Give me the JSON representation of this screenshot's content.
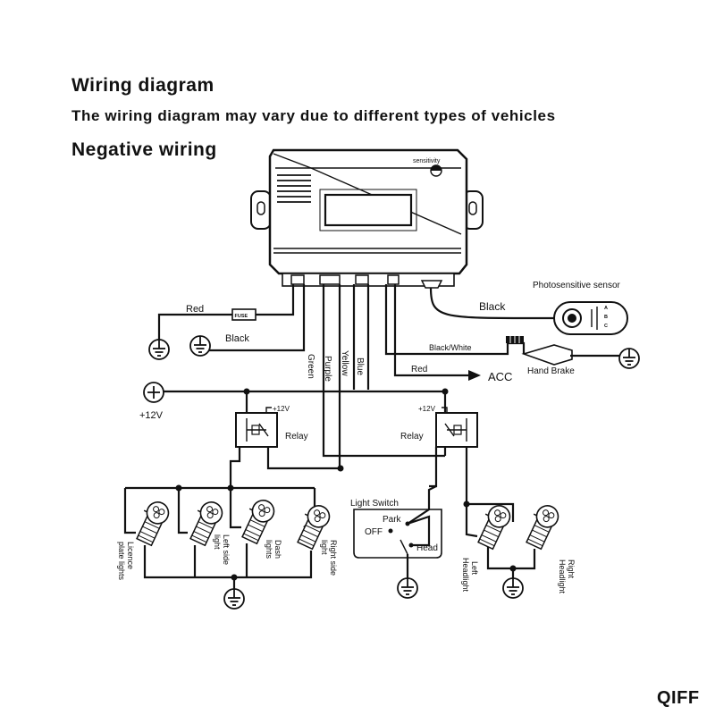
{
  "header": {
    "title": "Wiring diagram",
    "subtitle": "The wiring diagram may vary due to different types of vehicles",
    "section": "Negative wiring"
  },
  "controller": {
    "knob_label": "sensitivity"
  },
  "wires": {
    "red_fuse": "Red",
    "fuse": "FUSE",
    "black_ground": "Black",
    "green": "Green",
    "purple": "Purple",
    "yellow": "Yellow",
    "blue": "Blue",
    "black_sensor": "Black",
    "black_white": "Black/White",
    "red_acc": "Red",
    "acc": "ACC"
  },
  "components": {
    "photosensor": "Photosensitive sensor",
    "hand_brake": "Hand Brake",
    "supply": "+12V",
    "relay_left": "Relay",
    "relay_left_supply": "+12V",
    "relay_right": "Relay",
    "relay_right_supply": "+12V",
    "light_switch": "Light Switch",
    "switch_park": "Park",
    "switch_off": "OFF",
    "switch_head": "Head"
  },
  "lamps": {
    "licence": [
      "Licence",
      "plate lights"
    ],
    "left_side": [
      "Left side",
      "light"
    ],
    "dash": [
      "Dash",
      "lights"
    ],
    "right_side": [
      "Right side",
      "light"
    ],
    "left_head": [
      "Left",
      "Headlight"
    ],
    "right_head": [
      "Right",
      "Headlight"
    ]
  },
  "brand": "QIFF"
}
